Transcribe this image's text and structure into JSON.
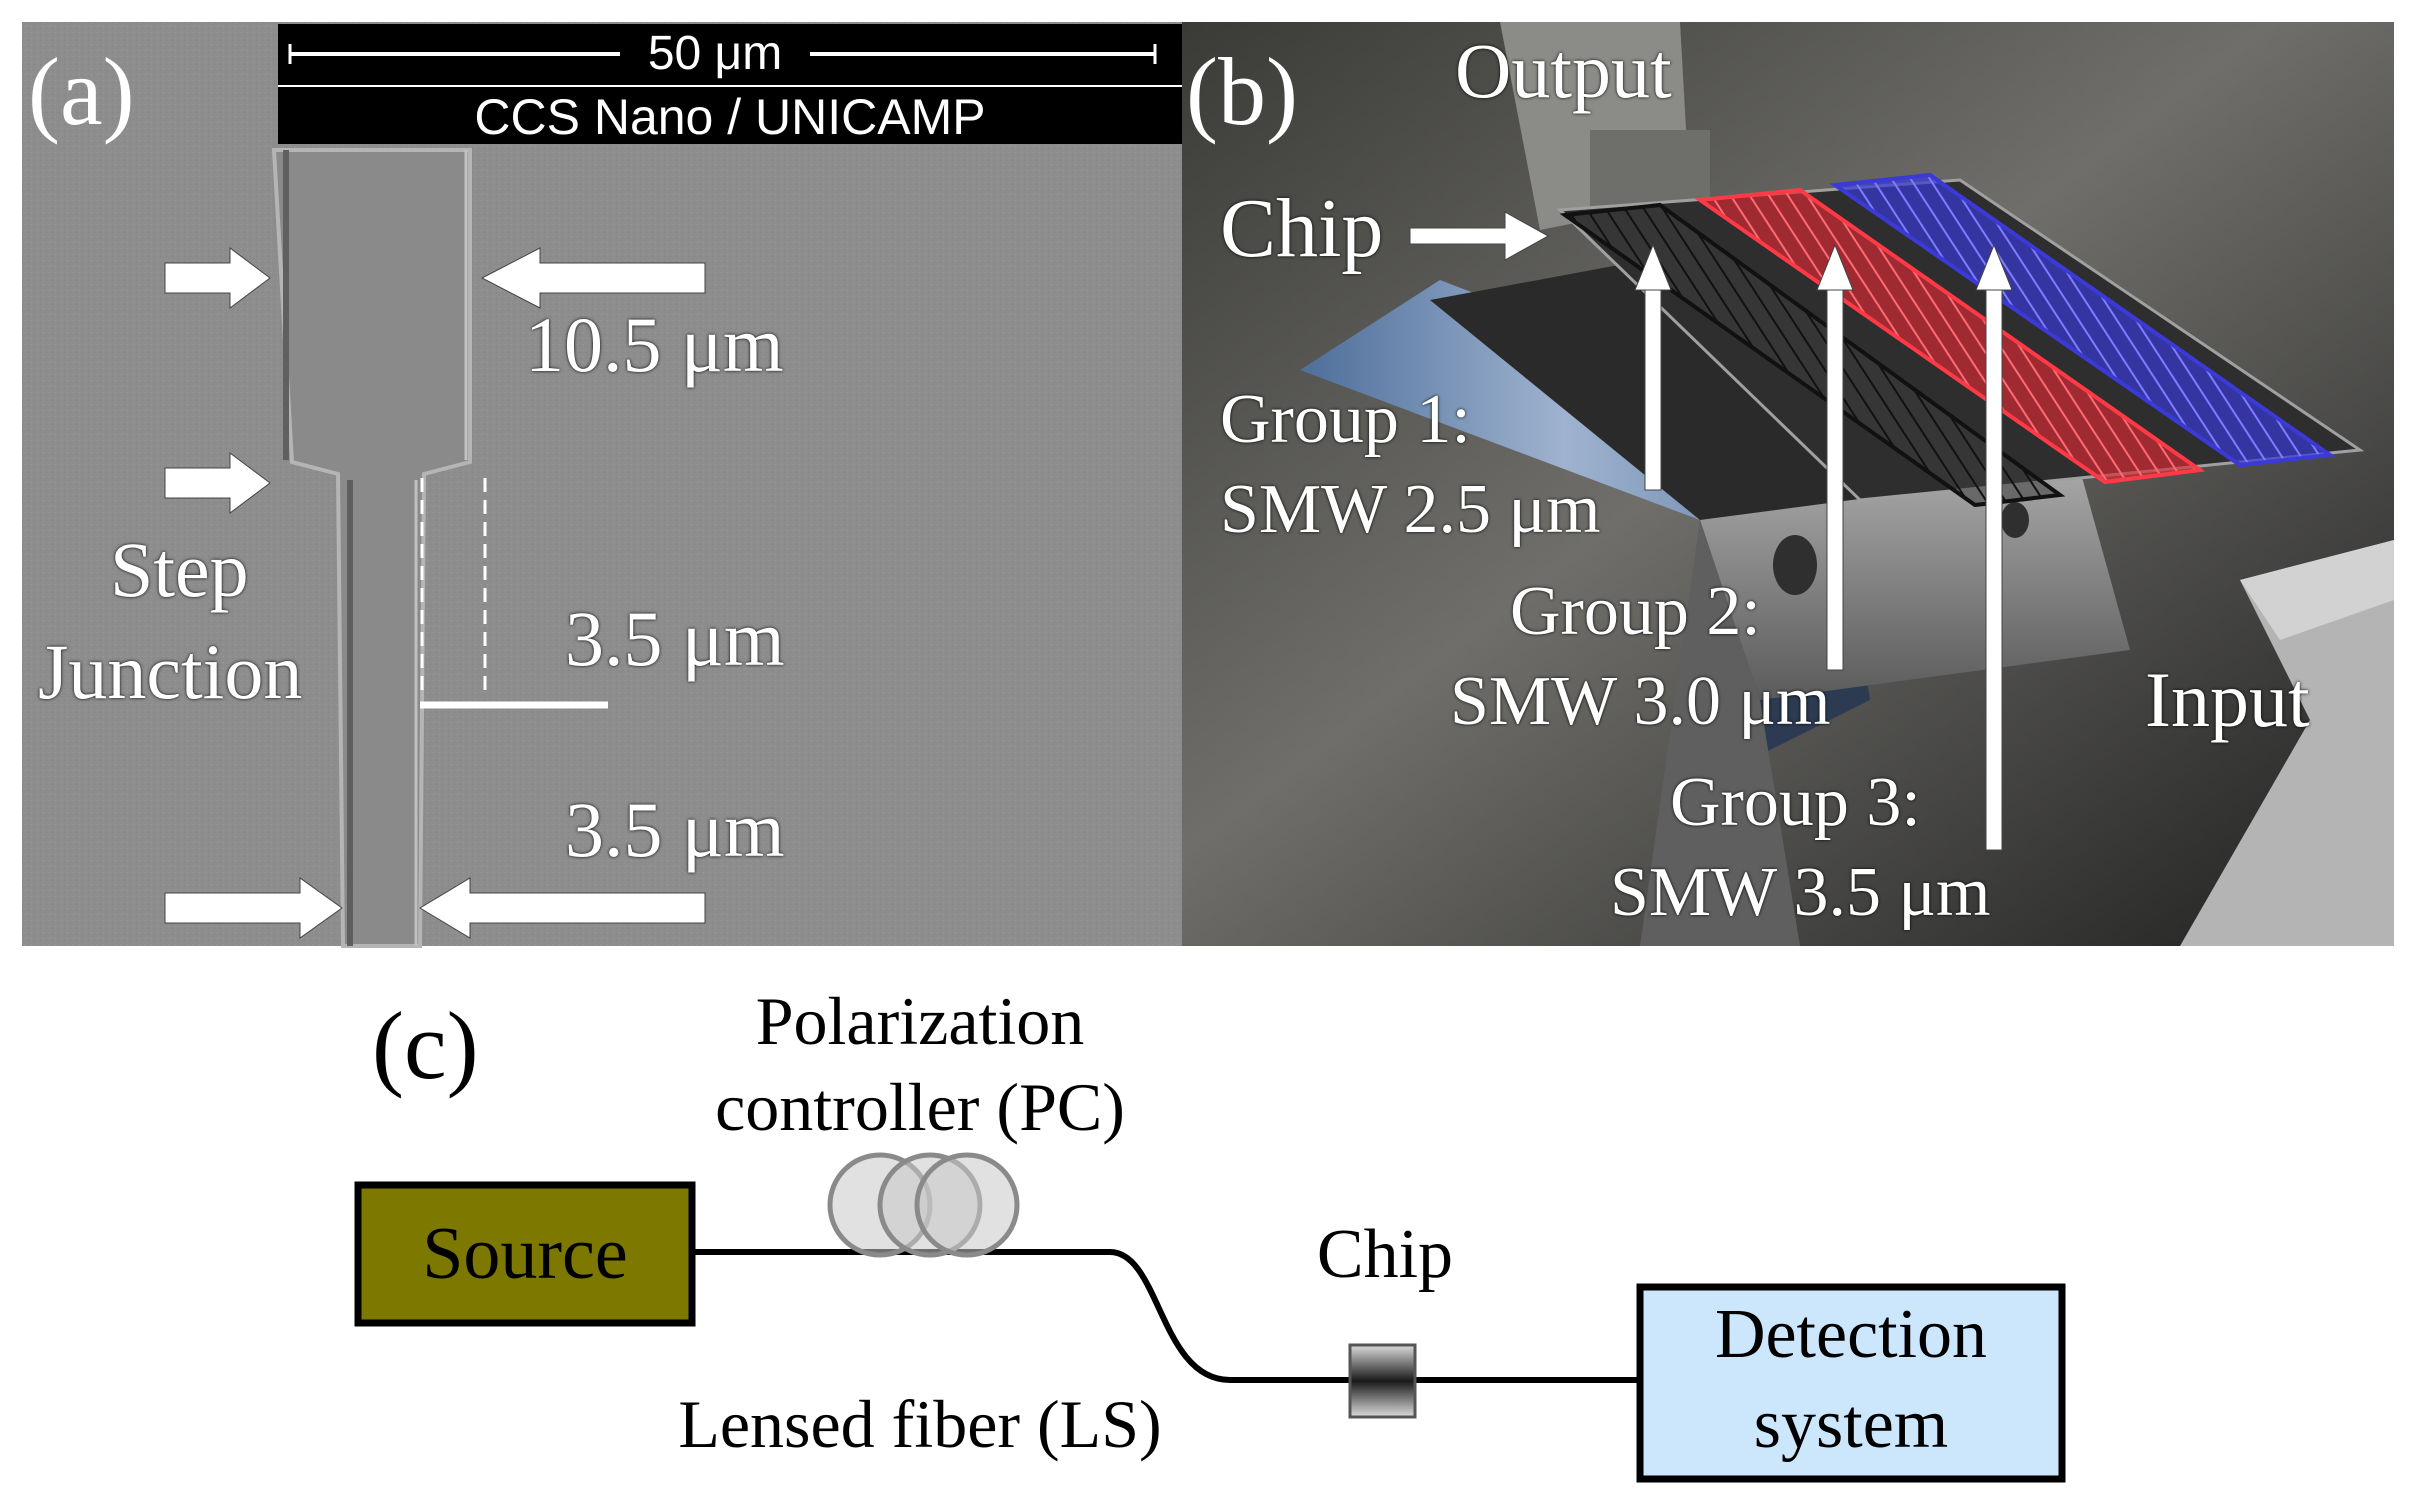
{
  "panel_a": {
    "label": "(a)",
    "scale_bar_text": "50 μm",
    "banner_text": "CCS Nano / UNICAMP",
    "width_top": "10.5 μm",
    "step_label_1": "Step",
    "step_label_2": "Junction",
    "width_mid": "3.5 μm",
    "width_bottom": "3.5 μm"
  },
  "panel_b": {
    "label": "(b)",
    "output": "Output",
    "chip": "Chip",
    "group1_a": "Group 1:",
    "group1_b": "SMW 2.5 μm",
    "group2_a": "Group 2:",
    "group2_b": "SMW 3.0 μm",
    "group3_a": "Group 3:",
    "group3_b": "SMW 3.5 μm",
    "input": "Input",
    "group_colors": [
      "#3a3a3a",
      "#e0242e",
      "#3b3ad8"
    ]
  },
  "panel_c": {
    "label": "(c)",
    "pc_line1": "Polarization",
    "pc_line2": "controller (PC)",
    "source": "Source",
    "chip": "Chip",
    "lensed_fiber": "Lensed fiber (LS)",
    "detection_line1": "Detection",
    "detection_line2": "system",
    "source_color": "#7d7800",
    "detection_color": "#cce6fb"
  }
}
